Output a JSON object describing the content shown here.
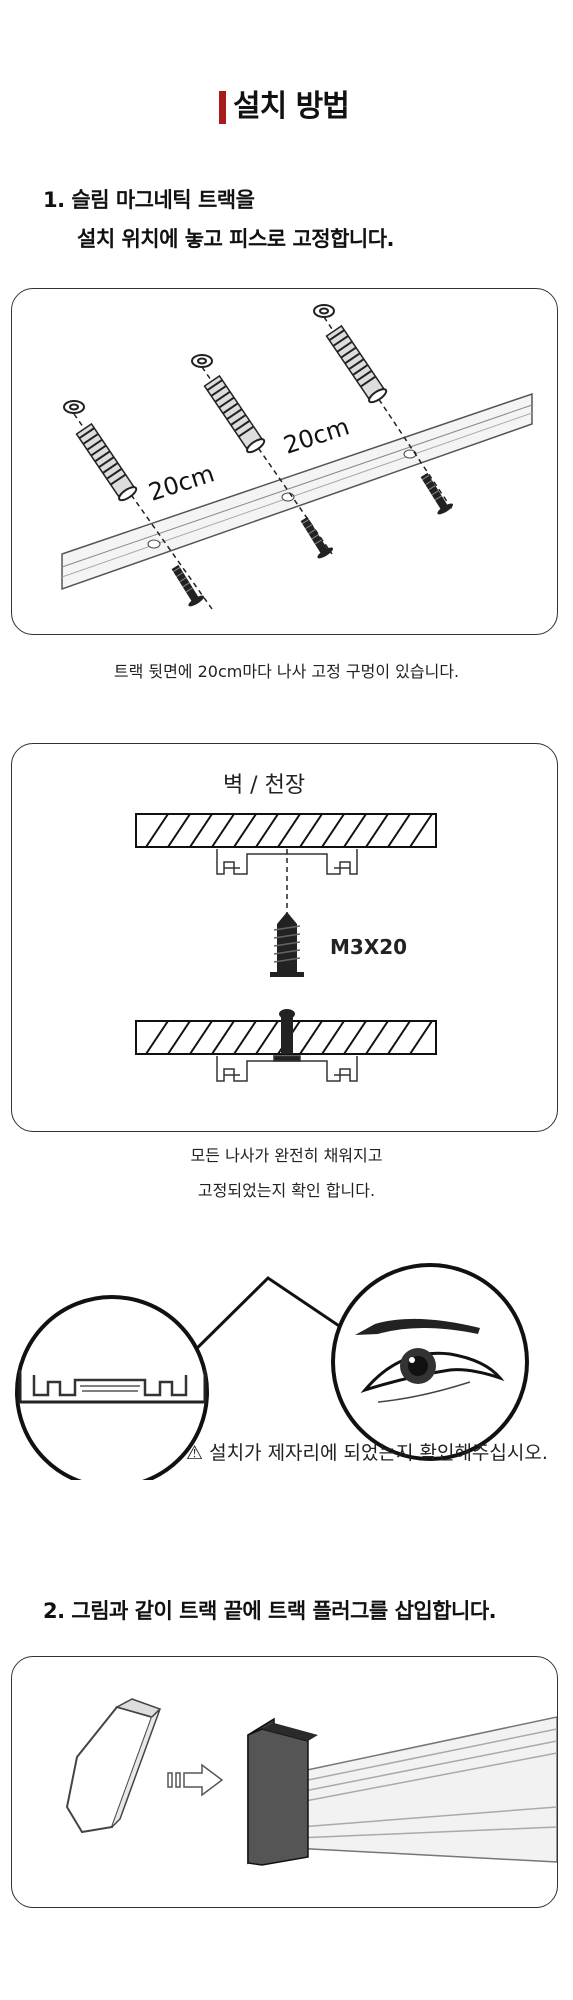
{
  "header": {
    "title": "설치 방법"
  },
  "step1": {
    "line1": "1.  슬림 마그네틱 트랙을",
    "line2": "설치 위치에 놓고 피스로 고정합니다.",
    "spacing_label_1": "20cm",
    "spacing_label_2": "20cm",
    "caption": "트랙 뒷면에 20cm마다 나사 고정 구멍이 있습니다."
  },
  "mount": {
    "label": "벽 / 천장",
    "screw_spec": "M3X20",
    "caption_line1": "모든 나사가 완전히 채워지고",
    "caption_line2": "고정되었는지 확인 합니다."
  },
  "check": {
    "warning_symbol": "⚠",
    "warning_text": "설치가 제자리에 되었는지 확인해주십시오."
  },
  "step2": {
    "line1": "2.  그림과 같이 트랙 끝에 트랙 플러그를 삽입합니다."
  },
  "icons": [
    "warning-icon",
    "arrow-right-icon",
    "eye-icon",
    "screw-icon"
  ],
  "colors": {
    "accent": "#a81b1b",
    "line": "#333333"
  }
}
